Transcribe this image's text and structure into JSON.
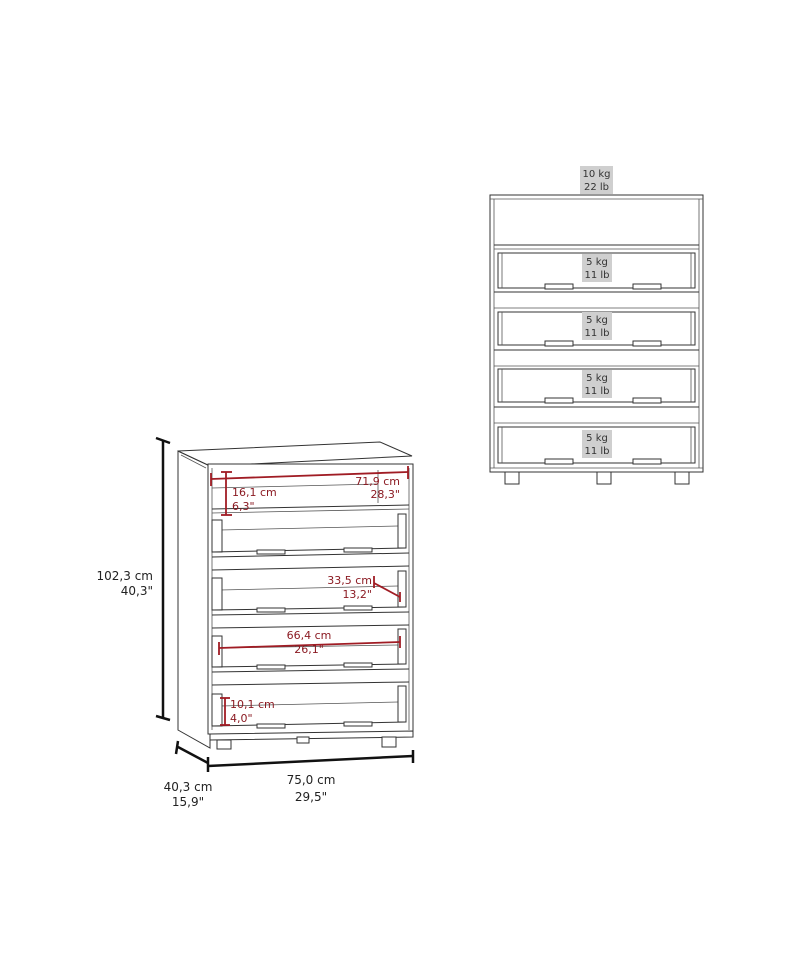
{
  "diagram": {
    "type": "furniture-dimension-sheet",
    "product": "5-tier drawer chest",
    "overall_dimensions": {
      "height": {
        "cm": "102,3 cm",
        "in": "40,3\""
      },
      "width": {
        "cm": "75,0 cm",
        "in": "29,5\""
      },
      "depth": {
        "cm": "40,3 cm",
        "in": "15,9\""
      }
    },
    "interior_dimensions": {
      "top_compartment_width": {
        "cm": "71,9 cm",
        "in": "28,3\""
      },
      "top_compartment_height": {
        "cm": "16,1 cm",
        "in": "6,3\""
      },
      "drawer_depth": {
        "cm": "33,5 cm",
        "in": "13,2\""
      },
      "drawer_width": {
        "cm": "66,4 cm",
        "in": "26,1\""
      },
      "drawer_height": {
        "cm": "10,1 cm",
        "in": "4,0\""
      }
    },
    "load_capacity": {
      "top": {
        "kg": "10 kg",
        "lb": "22 lb"
      },
      "drawers": [
        {
          "kg": "5 kg",
          "lb": "11 lb"
        },
        {
          "kg": "5 kg",
          "lb": "11 lb"
        },
        {
          "kg": "5 kg",
          "lb": "11 lb"
        },
        {
          "kg": "5 kg",
          "lb": "11 lb"
        }
      ]
    },
    "colors": {
      "dimension_line": "#111111",
      "interior_dimension": "#a01c24",
      "load_badge": "#cfcfcf"
    }
  }
}
